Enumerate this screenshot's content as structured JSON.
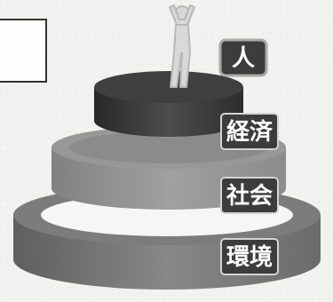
{
  "labels": {
    "person": "人",
    "economy": "経済",
    "society": "社会",
    "environment": "環境"
  },
  "icons": {
    "person": "person-arms-raised-icon"
  },
  "colors": {
    "background": "#f3f3f1",
    "top_layer": "#2f2f2f",
    "middle_layer": "#777777",
    "bottom_layer": "#5e5e5e",
    "person_fill": "#d9d9d9",
    "label_box": "#3a3a3a",
    "label_text": "#ffffff"
  }
}
